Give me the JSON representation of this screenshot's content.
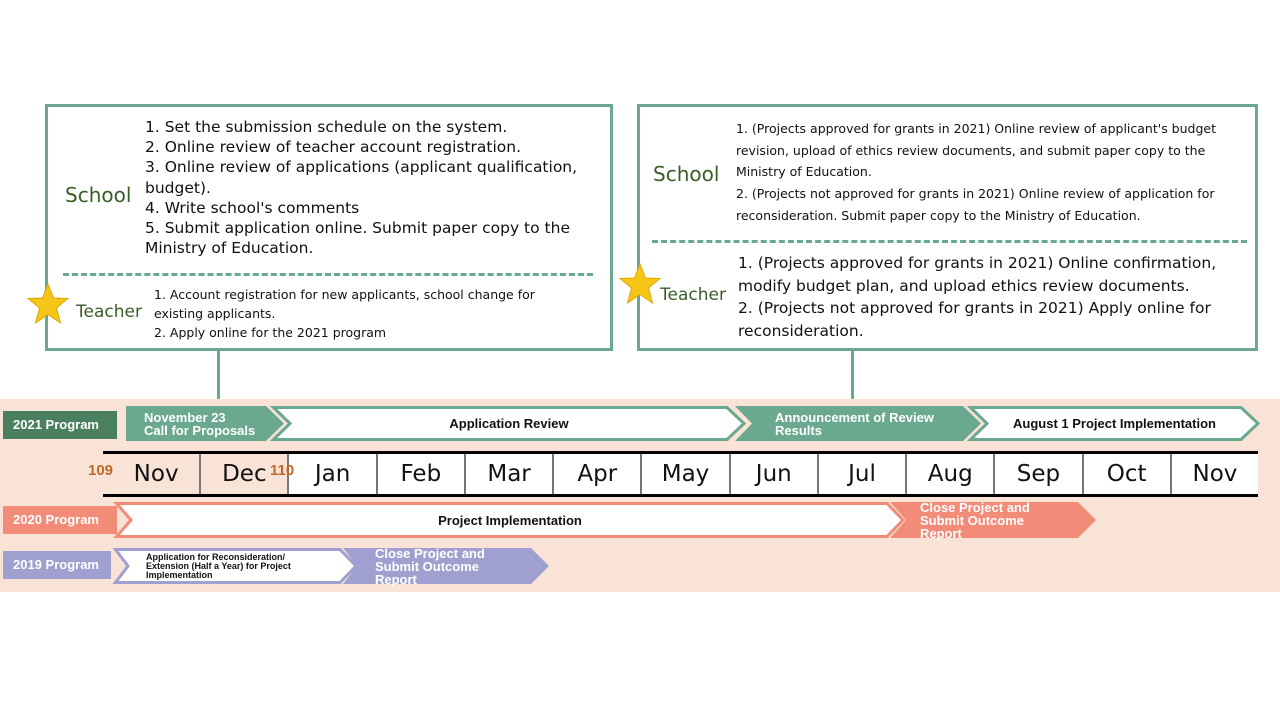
{
  "left_box": {
    "school_label": "School",
    "school_text": "1. Set the submission schedule on the system.\n2. Online review of teacher account registration.\n3. Online review of applications (applicant qualification, budget).\n4. Write school's comments\n5. Submit application online. Submit paper copy to the Ministry of Education.",
    "teacher_label": "Teacher",
    "teacher_text": "1. Account registration for new applicants, school change for existing applicants.\n2. Apply online for the 2021 program"
  },
  "right_box": {
    "school_label": "School",
    "school_text": "1. (Projects approved for grants in 2021) Online review of applicant's budget revision, upload of ethics review documents, and submit paper copy to the Ministry of Education.\n2. (Projects not approved for grants in 2021) Online review of application for reconsideration. Submit paper copy to the Ministry of Education.",
    "teacher_label": "Teacher",
    "teacher_text": "1. (Projects approved for grants in 2021) Online confirmation, modify budget plan, and upload ethics review documents.\n2. (Projects not approved for grants in 2021) Apply online for reconsideration."
  },
  "programs": {
    "p2021": {
      "label": "2021 Program",
      "steps": [
        "November 23\nCall for Proposals",
        "Application Review",
        "Announcement of Review Results",
        "August 1 Project Implementation"
      ]
    },
    "p2020": {
      "label": "2020 Program",
      "steps": [
        "Project Implementation",
        "Close Project and Submit Outcome Report"
      ]
    },
    "p2019": {
      "label": "2019 Program",
      "steps": [
        "Application for Reconsideration/ Extension (Half a Year) for Project Implementation",
        "Close Project and Submit Outcome Report"
      ]
    }
  },
  "timeline": {
    "year_start": "109",
    "year_next": "110",
    "months": [
      "Nov",
      "Dec",
      "Jan",
      "Feb",
      "Mar",
      "Apr",
      "May",
      "Jun",
      "Jul",
      "Aug",
      "Sep",
      "Oct",
      "Nov"
    ]
  },
  "colors": {
    "teal": "#6aa88f",
    "dark_green": "#4a7f5f",
    "salmon": "#f28b78",
    "lavender": "#9f9fd0",
    "peach_band": "#f9e3d6",
    "star": "#f5c518"
  }
}
